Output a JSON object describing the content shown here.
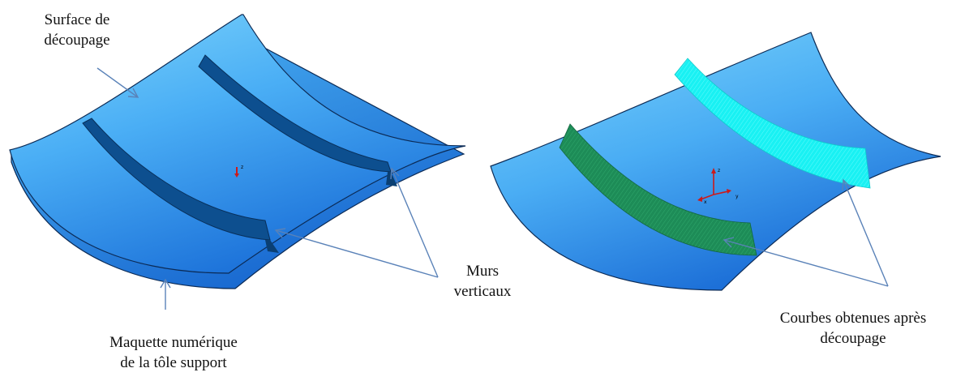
{
  "labels": {
    "surface_decoupage": [
      "Surface de",
      "découpage"
    ],
    "maquette": [
      "Maquette numérique",
      "de la tôle support"
    ],
    "murs": [
      "Murs",
      "verticaux"
    ],
    "courbes": [
      "Courbes obtenues après",
      "découpage"
    ]
  },
  "axes": {
    "left": {
      "z": "z"
    },
    "right": {
      "z": "z",
      "x": "x",
      "y": "y"
    }
  },
  "colors": {
    "surface_light": "#6fd0fb",
    "surface_dark": "#1a6fd8",
    "wall": "#0d4f8f",
    "curve_green": "#1b8a55",
    "curve_cyan": "#18f5f6",
    "arrow": "#5a82b8",
    "axis_red": "#cc1a1a"
  }
}
